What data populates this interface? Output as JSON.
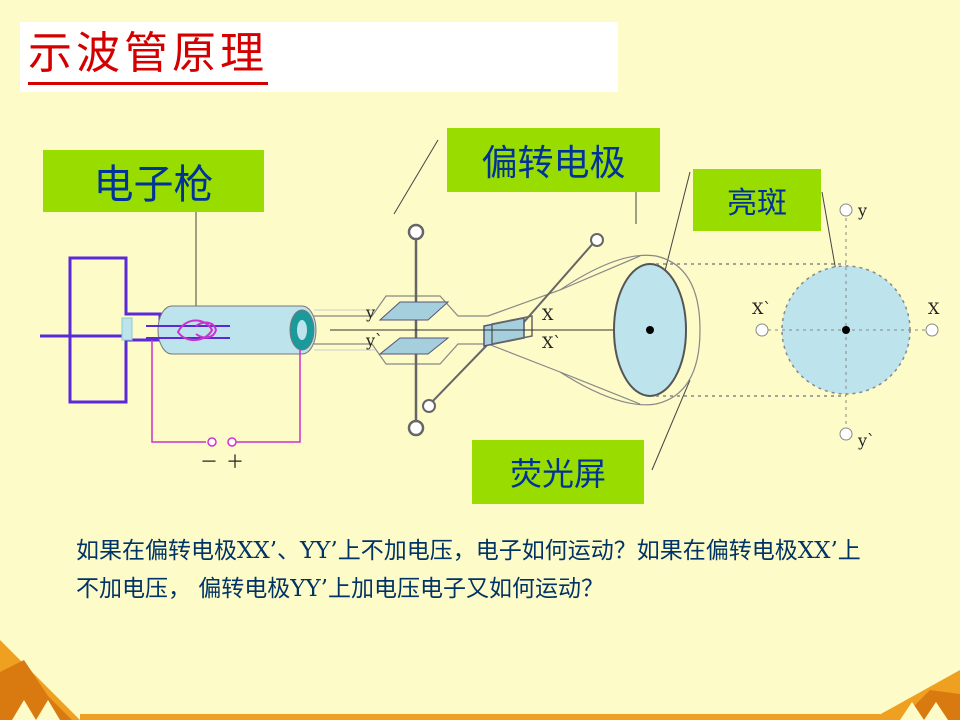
{
  "title": "示波管原理",
  "labels": {
    "electron_gun": "电子枪",
    "deflection_electrodes": "偏转电极",
    "bright_spot": "亮斑",
    "fluorescent_screen": "荧光屏"
  },
  "plate_labels": {
    "y_top": "y",
    "y_bottom": "y`",
    "x_top": "X",
    "x_bottom": "X`"
  },
  "screen_axis_labels": {
    "y_top": "y",
    "y_bottom": "y`",
    "x_left": "X`",
    "x_right": "X"
  },
  "polarity": {
    "minus": "－",
    "plus": "＋"
  },
  "question": "如果在偏转电极XX’、YY’上不加电压，电子如何运动？如果在偏转电极XX’上不加电压， 偏转电极YY’上加电压电子又如何运动？",
  "colors": {
    "background": "#fdfbc8",
    "title": "#d40000",
    "label_bg": "#99dd00",
    "label_text": "#003399",
    "tube_fill": "#bde3ec",
    "wire": "#cc33cc",
    "heater_frame": "#5a2ad8",
    "corner_orange": "#f0a020"
  }
}
